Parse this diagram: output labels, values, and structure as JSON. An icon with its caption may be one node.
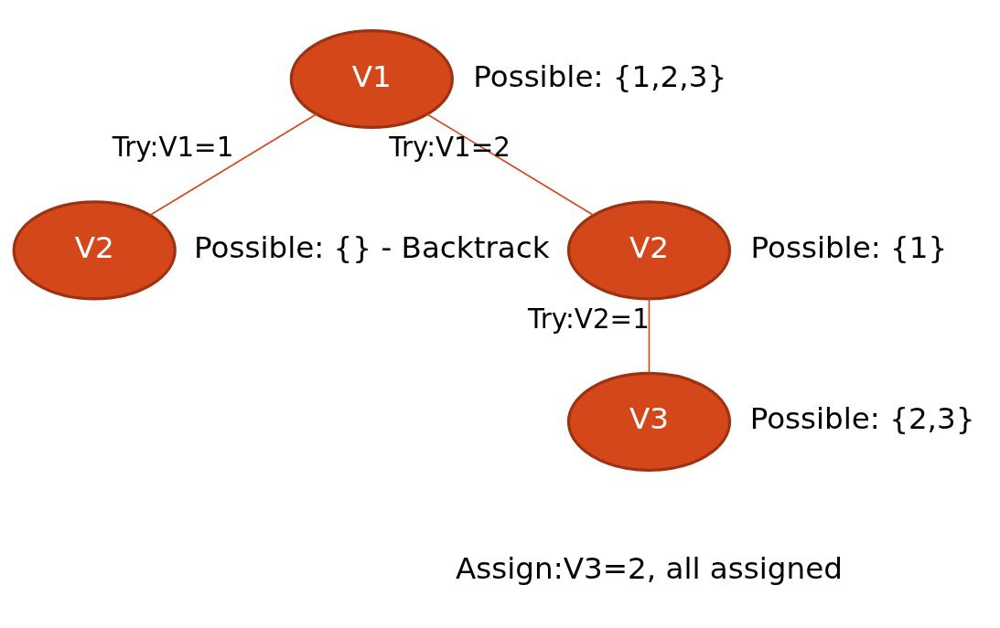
{
  "diagram": {
    "nodes": [
      {
        "text": [
          "V1"
        ],
        "beside": [
          "Possible: {1,2,3}"
        ]
      },
      {
        "text": [
          "V2"
        ],
        "beside": [
          "Possible: {} - Backtrack"
        ]
      },
      {
        "text": [
          "V2"
        ],
        "beside": [
          "Possible: {1}"
        ]
      },
      {
        "text": [
          "V3"
        ],
        "beside": [
          "Possible: {2,3}",
          "Assign:V3=2, all assigned"
        ]
      }
    ],
    "edges": [
      {
        "from": 0,
        "to": 1,
        "arrow": "none",
        "label": "Try:V1=1"
      },
      {
        "from": 0,
        "to": 2,
        "arrow": "none",
        "label": "Try:V1=2"
      },
      {
        "from": 2,
        "to": 3,
        "arrow": "none",
        "label": "Try:V2=1"
      }
    ]
  }
}
